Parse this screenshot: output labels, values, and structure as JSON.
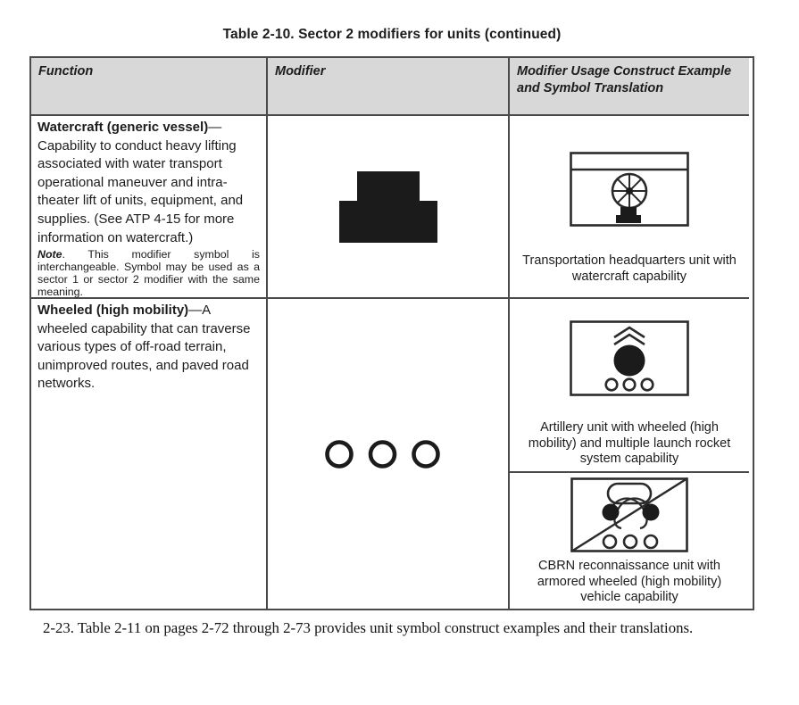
{
  "page": {
    "title": "Table 2-10. Sector 2 modifiers for units (continued)",
    "footer_paragraph": "2-23.  Table 2-11 on pages 2-72 through 2-73 provides unit symbol construct examples and their translations."
  },
  "table": {
    "headers": {
      "function": "Function",
      "modifier": "Modifier",
      "usage": "Modifier Usage Construct Example and Symbol Translation"
    },
    "rows": [
      {
        "function_lead": "Watercraft (generic vessel)",
        "function_body": "—Capability to conduct heavy lifting associated with water transport operational maneuver and intra-theater lift of units,  equipment, and supplies. (See ATP 4-15 for more information on watercraft.)",
        "note_label": "Note",
        "note_body": ". This modifier symbol is interchangeable. Symbol may be used as a sector 1 or sector 2 modifier with the same meaning.",
        "modifier_symbol": "watercraft-silhouette-icon",
        "examples": [
          {
            "symbol": "transportation-headquarters-watercraft-symbol",
            "caption": "Transportation headquarters unit with watercraft capability"
          }
        ]
      },
      {
        "function_lead": "Wheeled (high mobility)",
        "function_body": "—A wheeled capability that can traverse various types of off-road terrain, unimproved routes, and paved road networks.",
        "modifier_symbol": "three-circles-wheeled-icon",
        "examples": [
          {
            "symbol": "artillery-wheeled-mlrs-symbol",
            "caption": "Artillery unit with wheeled (high mobility) and multiple launch rocket system capability"
          },
          {
            "symbol": "cbrn-recon-armored-wheeled-symbol",
            "caption": "CBRN reconnaissance unit with armored wheeled (high mobility) vehicle capability"
          }
        ]
      }
    ]
  },
  "colors": {
    "header_bg": "#d8d8d8",
    "border": "#4a4a4a",
    "ink": "#1c1c1c"
  }
}
